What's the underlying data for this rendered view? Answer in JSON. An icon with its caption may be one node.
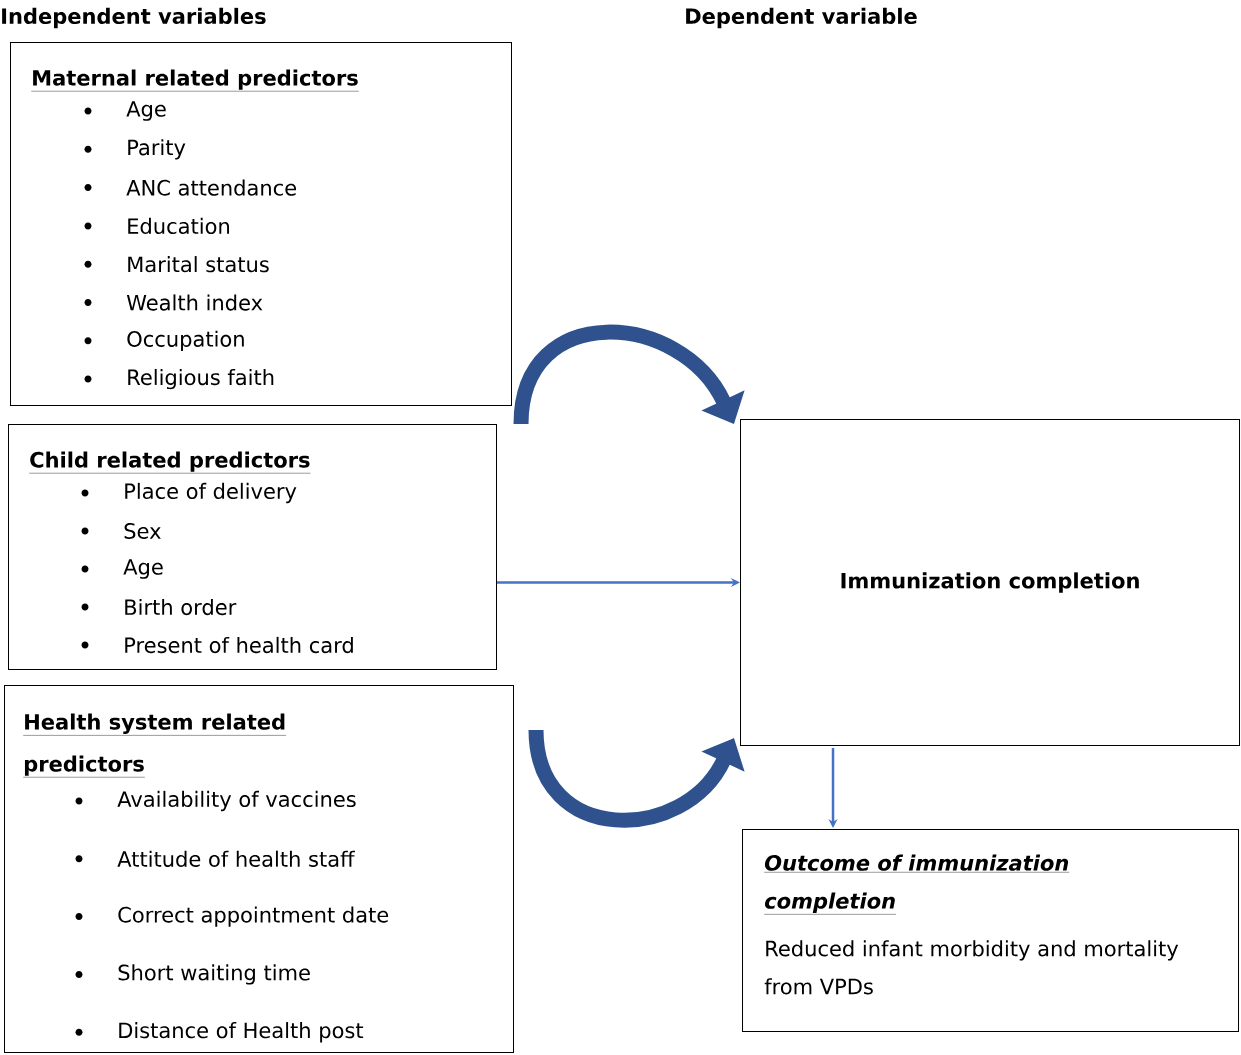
{
  "diagram": {
    "nodes": [
      {
        "text": [
          "Maternal related predictors",
          "Age",
          "Parity",
          "ANC attendance",
          "Education",
          "Marital status",
          "Wealth index",
          "Occupation",
          "Religious faith"
        ]
      },
      {
        "text": [
          "Child related predictors",
          "Place of delivery",
          "Sex",
          "Age",
          "Birth order",
          "Present of health card"
        ]
      },
      {
        "text": [
          "Health system related predictors",
          "Availability of vaccines",
          "Attitude of health staff",
          "Correct appointment date",
          "Short waiting time",
          "Distance of Health post"
        ]
      },
      {
        "text": [
          "Immunization completion"
        ]
      },
      {
        "text": [
          "Outcome of immunization completion",
          "Reduced infant morbidity and mortality from VPDs"
        ]
      }
    ],
    "edges": [
      {
        "from": 0,
        "to": 3,
        "arrow": "to",
        "style": "thick"
      },
      {
        "from": 1,
        "to": 3,
        "arrow": "to"
      },
      {
        "from": 2,
        "to": 3,
        "arrow": "to",
        "style": "thick"
      },
      {
        "from": 3,
        "to": 4,
        "arrow": "to"
      }
    ],
    "labels": [
      "Independent variables",
      "Dependent variable"
    ]
  }
}
